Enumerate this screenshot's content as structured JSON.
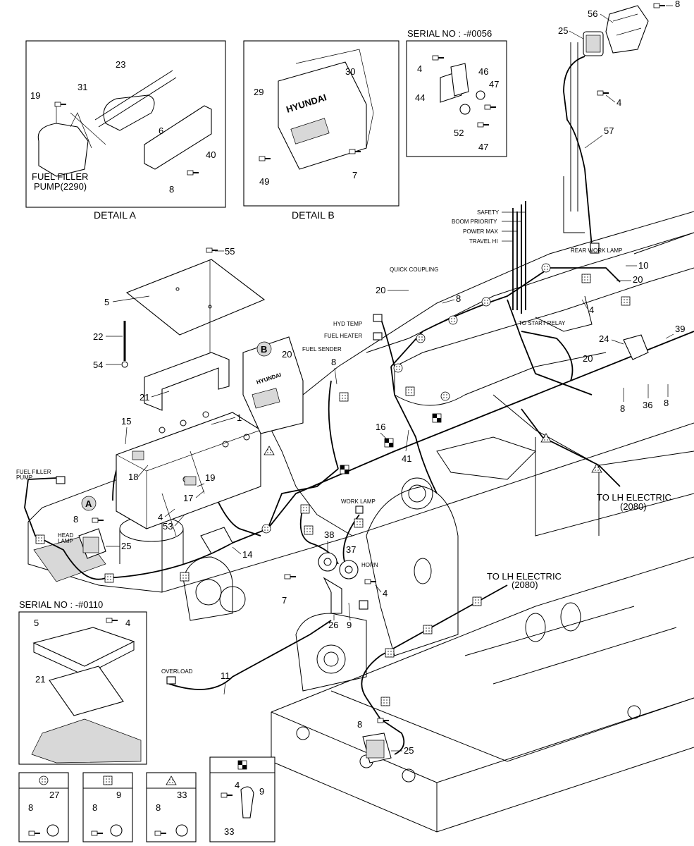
{
  "detail_a": {
    "caption": "DETAIL  A",
    "label_line1": "FUEL FILLER",
    "label_line2": "PUMP(2290)",
    "parts": [
      "23",
      "19",
      "31",
      "6",
      "40",
      "8"
    ]
  },
  "detail_b": {
    "caption": "DETAIL  B",
    "brand": "HYUNDAI",
    "parts": [
      "30",
      "29",
      "7",
      "49"
    ]
  },
  "serial_top": {
    "title": "SERIAL NO : -#0056",
    "parts": [
      "4",
      "46",
      "44",
      "47",
      "52",
      "47"
    ]
  },
  "serial_bottom": {
    "title": "SERIAL NO : -#0110",
    "parts": [
      "5",
      "4",
      "21"
    ]
  },
  "connector_labels": {
    "safety": "SAFETY",
    "boom_priority": "BOOM PRIORITY",
    "power_max": "POWER MAX",
    "travel_hi": "TRAVEL HI",
    "quick_coupling": "QUICK COUPLING",
    "rear_work_lamp": "REAR WORK LAMP",
    "hyd_temp": "HYD TEMP",
    "fuel_heater": "FUEL HEATER",
    "to_start_relay": "TO START RELAY",
    "fuel_sender": "FUEL SENDER",
    "fuel_filler_pump_l1": "FUEL FILLER",
    "fuel_filler_pump_l2": "PUMP",
    "head_lamp_l1": "HEAD",
    "head_lamp_l2": "LAMP",
    "work_lamp": "WORK LAMP",
    "horn": "HORN",
    "overload": "OVERLOAD",
    "to_lh_electric_1": "TO LH ELECTRIC",
    "to_lh_electric_1_ref": "(2080)",
    "to_lh_electric_2": "TO LH ELECTRIC",
    "to_lh_electric_2_ref": "(2080)"
  },
  "callouts": {
    "c8_top": "8",
    "c56": "56",
    "c25_top": "25",
    "c4_right": "4",
    "c57": "57",
    "c55": "55",
    "c5": "5",
    "c22": "22",
    "c54": "54",
    "c21": "21",
    "cB": "B",
    "c20_fs": "20",
    "c8_fs": "8",
    "c20_qc": "20",
    "c8_qc": "8",
    "c10": "10",
    "c20_rwl": "20",
    "c4_rwl": "4",
    "c24": "24",
    "c39": "39",
    "c20_mid": "20",
    "c8_mid": "8",
    "c36": "36",
    "c8_far": "8",
    "c15": "15",
    "c1": "1",
    "c16": "16",
    "c41": "41",
    "c18": "18",
    "c19": "19",
    "cA": "A",
    "c8_a": "8",
    "c4_b": "4",
    "c53": "53",
    "c17": "17",
    "c25_left": "25",
    "c14": "14",
    "c38": "38",
    "c37": "37",
    "c4_horn": "4",
    "c7": "7",
    "c26": "26",
    "c9": "9",
    "c11": "11",
    "c8_bot": "8",
    "c25_bot": "25"
  },
  "legend": {
    "box1": {
      "a": "8",
      "b": "27"
    },
    "box2": {
      "a": "8",
      "b": "9"
    },
    "box3": {
      "a": "8",
      "b": "33"
    },
    "box4": {
      "a": "4",
      "b": "9",
      "c": "33"
    }
  }
}
